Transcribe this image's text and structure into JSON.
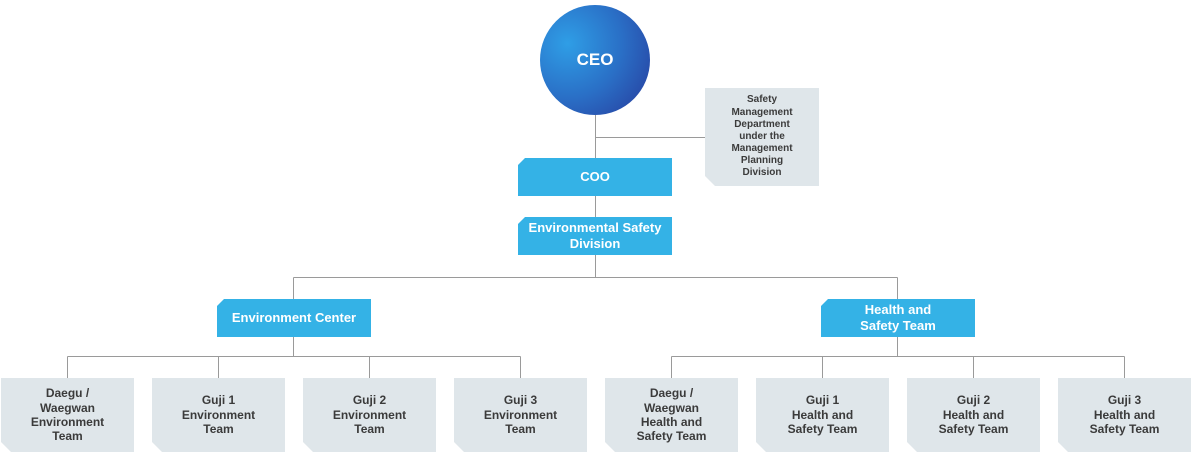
{
  "org_chart": {
    "ceo": "CEO",
    "safety_management": "Safety\nManagement\nDepartment\nunder the\nManagement\nPlanning\nDivision",
    "coo": "COO",
    "environmental_safety_division": "Environmental Safety\nDivision",
    "environment_center": "Environment Center",
    "health_safety_team": "Health and\nSafety Team",
    "environment_teams": [
      "Daegu /\nWaegwan\nEnvironment\nTeam",
      "Guji 1\nEnvironment\nTeam",
      "Guji 2\nEnvironment\nTeam",
      "Guji 3\nEnvironment\nTeam"
    ],
    "health_teams": [
      "Daegu /\nWaegwan\nHealth and\nSafety Team",
      "Guji 1\nHealth and\nSafety Team",
      "Guji 2\nHealth and\nSafety Team",
      "Guji 3\nHealth and\nSafety Team"
    ]
  },
  "colors": {
    "primary_box": "#34b2e6",
    "secondary_box": "#dfe6ea",
    "connector": "#9a9a9a",
    "ceo_gradient": [
      "#2f9ee6",
      "#27399a"
    ]
  }
}
